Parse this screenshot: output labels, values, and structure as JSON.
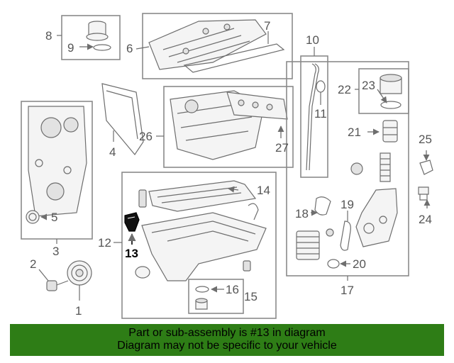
{
  "diagram": {
    "callouts": [
      "1",
      "2",
      "3",
      "4",
      "5",
      "6",
      "7",
      "8",
      "9",
      "10",
      "11",
      "12",
      "13",
      "14",
      "15",
      "16",
      "17",
      "18",
      "19",
      "20",
      "21",
      "22",
      "23",
      "24",
      "25",
      "26",
      "27"
    ],
    "highlighted_callout": "13"
  },
  "banner": {
    "line1": "Part or sub-assembly is #13 in diagram",
    "line2": "Diagram may not be specific to your vehicle",
    "color": "#2e7d16"
  }
}
